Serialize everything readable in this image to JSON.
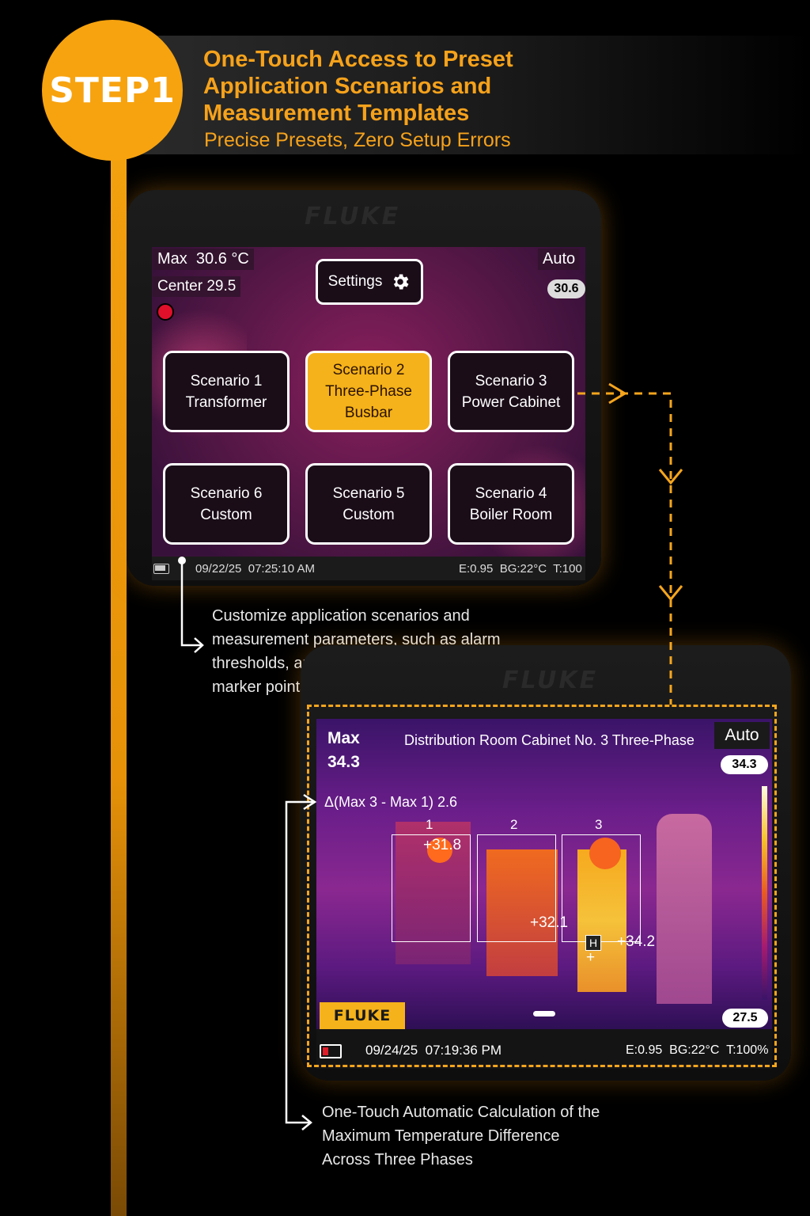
{
  "step": {
    "badge": "STEP1",
    "title_lines": [
      "One-Touch Access to Preset",
      "Application Scenarios and",
      "Measurement Templates"
    ],
    "subtitle": "Precise Presets, Zero Setup Errors"
  },
  "colors": {
    "accent": "#f5a51d",
    "active_scenario": "#f5b21a"
  },
  "device1": {
    "brand": "FLUKE",
    "max_label": "Max",
    "max_value": "30.6 °C",
    "center_label": "Center",
    "center_value": "29.5",
    "mode": "Auto",
    "scale_max": "30.6",
    "settings_label": "Settings",
    "scenarios": [
      {
        "line1": "Scenario 1",
        "line2": "Transformer",
        "line3": ""
      },
      {
        "line1": "Scenario 2",
        "line2": "Three-Phase",
        "line3": "Busbar",
        "active": true
      },
      {
        "line1": "Scenario 3",
        "line2": "Power Cabinet",
        "line3": ""
      },
      {
        "line1": "Scenario 6",
        "line2": "Custom",
        "line3": ""
      },
      {
        "line1": "Scenario 5",
        "line2": "Custom",
        "line3": ""
      },
      {
        "line1": "Scenario 4",
        "line2": "Boiler Room",
        "line3": ""
      }
    ],
    "date": "09/22/25",
    "time": "07:25:10 AM",
    "status": "E:0.95  BG:22°C  T:100"
  },
  "caption1": [
    "Customize application scenarios and",
    "measurement parameters, such as alarm",
    "thresholds, ambient temperature, emissivity,",
    "marker points, and more"
  ],
  "device2": {
    "brand": "FLUKE",
    "max_label": "Max",
    "max_value": "34.3",
    "scenario_title": "Distribution Room Cabinet No. 3 Three-Phase",
    "mode": "Auto",
    "scale_max": "34.3",
    "scale_min": "27.5",
    "delta_label": "Δ(Max 3 - Max 1) 2.6",
    "zones": [
      "1",
      "2",
      "3"
    ],
    "markers": [
      "31.8",
      "32.1",
      "34.2"
    ],
    "hot_marker": "H",
    "logo": "FLUKE",
    "date": "09/24/25",
    "time": "07:19:36 PM",
    "status": "E:0.95  BG:22°C  T:100%"
  },
  "caption2": [
    "One-Touch Automatic Calculation of the",
    "Maximum Temperature Difference",
    "Across Three Phases"
  ]
}
